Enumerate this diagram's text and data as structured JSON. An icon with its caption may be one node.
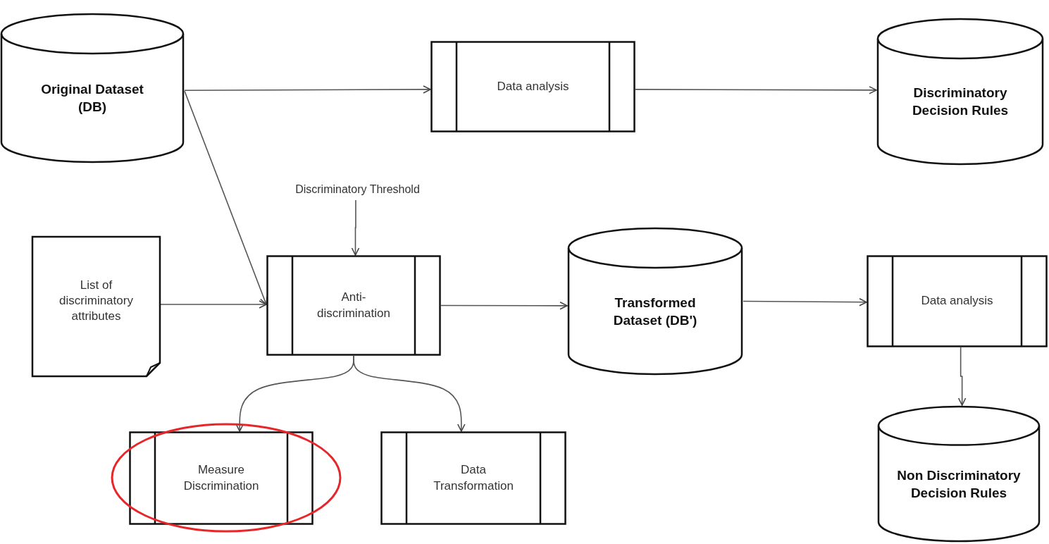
{
  "diagram": {
    "nodes": [
      {
        "text": [
          "Original Dataset (DB)"
        ]
      },
      {
        "text": [
          "Data analysis"
        ]
      },
      {
        "text": [
          "Discriminatory Decision Rules"
        ]
      },
      {
        "text": [
          "Discriminatory Threshold"
        ]
      },
      {
        "text": [
          "List of discriminatory attributes"
        ]
      },
      {
        "text": [
          "Anti-discrimination"
        ]
      },
      {
        "text": [
          "Transformed Dataset (DB')"
        ]
      },
      {
        "text": [
          "Data analysis"
        ]
      },
      {
        "text": [
          "Measure Discrimination"
        ]
      },
      {
        "text": [
          "Data Transformation"
        ]
      },
      {
        "text": [
          "Non Discriminatory Decision Rules"
        ]
      }
    ],
    "edges": [
      {
        "from": 0,
        "to": 1,
        "arrow": "to"
      },
      {
        "from": 1,
        "to": 2,
        "arrow": "to"
      },
      {
        "from": 0,
        "to": 5,
        "arrow": "to"
      },
      {
        "from": 3,
        "to": 5,
        "arrow": "to"
      },
      {
        "from": 4,
        "to": 5,
        "arrow": "to"
      },
      {
        "from": 5,
        "to": 6,
        "arrow": "to"
      },
      {
        "from": 6,
        "to": 7,
        "arrow": "to"
      },
      {
        "from": 7,
        "to": 10,
        "arrow": "to"
      },
      {
        "from": 5,
        "to": 8,
        "arrow": "to"
      },
      {
        "from": 5,
        "to": 9,
        "arrow": "to"
      }
    ]
  }
}
